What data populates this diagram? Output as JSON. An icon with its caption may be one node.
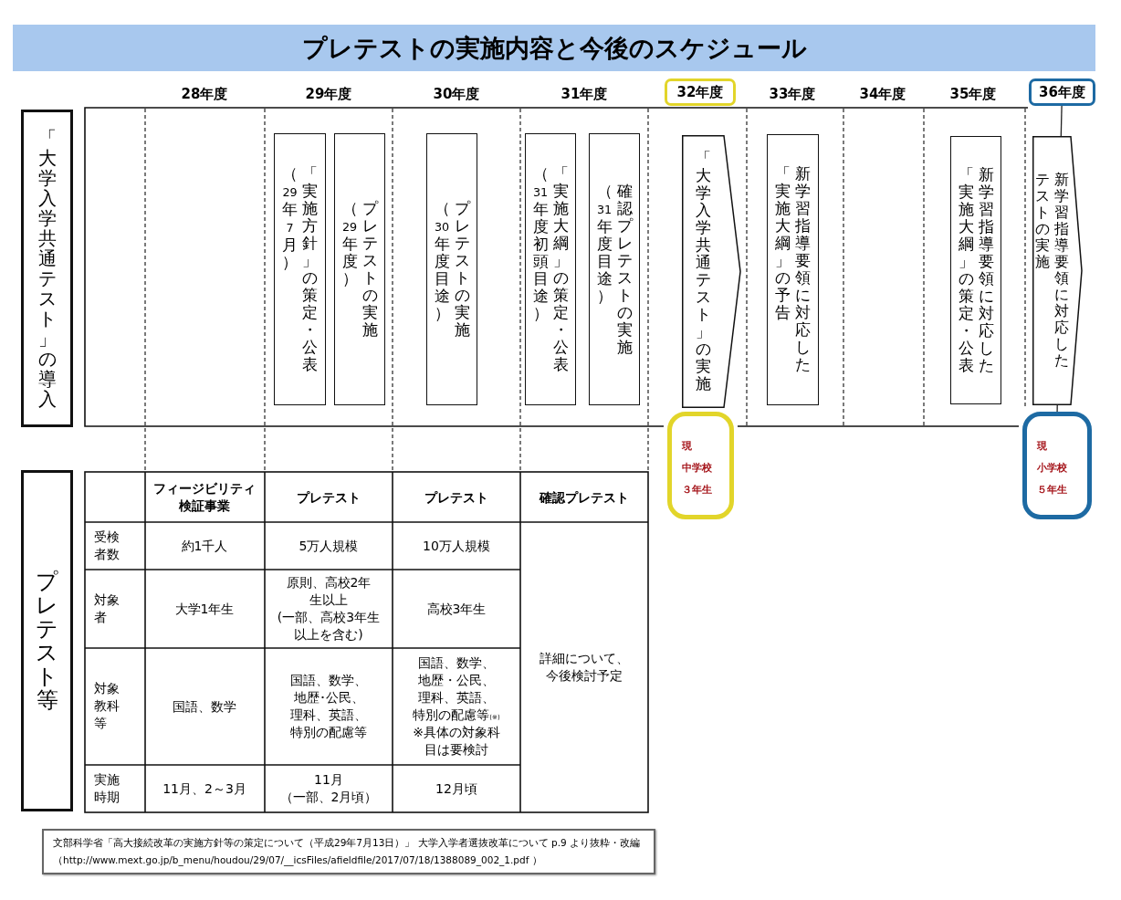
{
  "diagram": {
    "title": "プレテストの実施内容と今後のスケジュール",
    "nodes": [
      {
        "text": [
          "32年度"
        ]
      },
      {
        "text": [
          "36年度"
        ]
      },
      {
        "text": [
          "「大学入学共通テスト」の導入"
        ]
      },
      {
        "text": [
          "「実施方針」の策定・公表（29年7月）"
        ]
      },
      {
        "text": [
          "プレテストの実施（29年度）"
        ]
      },
      {
        "text": [
          "プレテストの実施（30年度目途）"
        ]
      },
      {
        "text": [
          "「実施大綱」の策定・公表（31年度初頭目途）"
        ]
      },
      {
        "text": [
          "確認プレテストの実施（31年度目途）"
        ]
      },
      {
        "text": [
          "「大学入学共通テスト」の実施"
        ]
      },
      {
        "text": [
          "新学習指導要領に対応した「実施大綱」の予告"
        ]
      },
      {
        "text": [
          "新学習指導要領に対応した「実施大綱」の策定・公表"
        ]
      },
      {
        "text": [
          "新学習指導要領に対応したテストの実施"
        ]
      },
      {
        "text": [
          "現",
          "中学校",
          "３年生"
        ]
      },
      {
        "text": [
          "現",
          "小学校",
          "５年生"
        ]
      },
      {
        "text": [
          "プレテスト等"
        ]
      },
      {
        "text": [
          "文部科学省「高大接続改革の実施方針等の策定について（平成29年7月13日）」 大学入学者選抜改革について p.9 より抜粋・改編",
          "（http://www.mext.go.jp/b_menu/houdou/29/07/__icsFiles/afieldfile/2017/07/18/1388089_002_1.pdf ）"
        ]
      }
    ],
    "edges": [
      {
        "from": 1,
        "to": 11,
        "arrow": "none"
      },
      {
        "from": 11,
        "to": 13,
        "arrow": "none"
      }
    ],
    "labels": [
      "28年度",
      "29年度",
      "30年度",
      "31年度",
      "33年度",
      "34年度",
      "35年度",
      "フィージビリティ検証事業",
      "プレテスト",
      "プレテスト",
      "確認プレテスト",
      "受検者数",
      "約1千人",
      "5万人規模",
      "10万人規模",
      "詳細について、今後検討予定",
      "対象者",
      "大学1年生",
      "原則、高校2年生以上",
      "(一部、高校3年生以上を含む)",
      "高校3年生",
      "対象教科等",
      "国語、数学",
      "国語、数学、地歴･公民、理科、英語、特別の配慮等",
      "国語、数学、地歴・公民、理科、英語、特別の配慮等$_{(※)}$",
      "※具体の対象科目は要検討",
      "実施時期",
      "11月、2～3月",
      "11月",
      "（一部、2月頃）",
      "12月頃"
    ]
  }
}
